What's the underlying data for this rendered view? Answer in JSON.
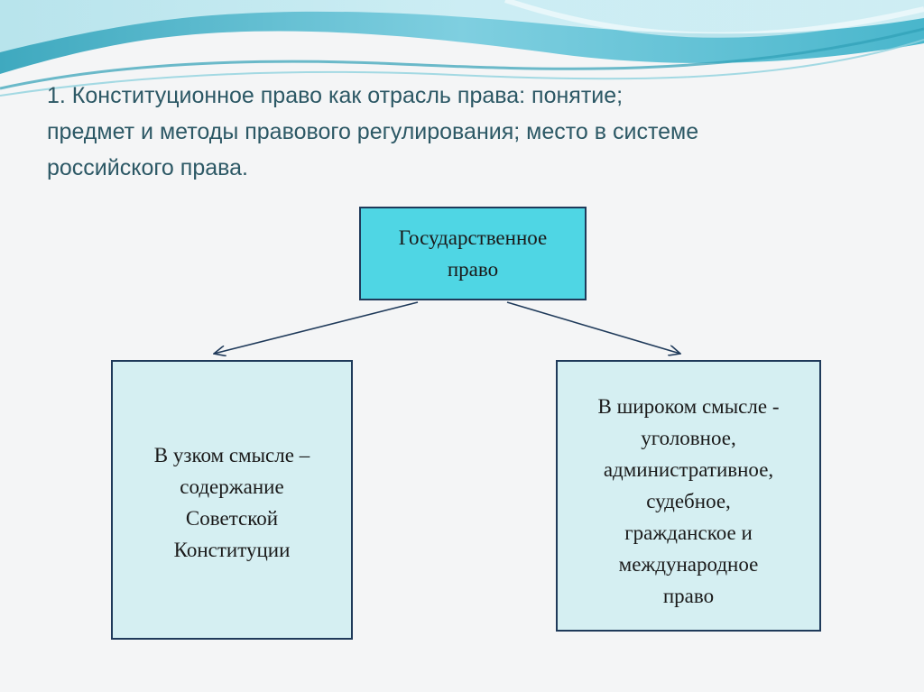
{
  "slide": {
    "title_lines": [
      "1. Конституционное право как отрасль права: понятие;",
      "предмет и методы правового регулирования; место в системе",
      "российского права."
    ]
  },
  "diagram": {
    "root": {
      "lines": [
        "Государственное",
        "право"
      ]
    },
    "children": [
      {
        "lines": [
          "В узком смысле –",
          "содержание",
          "Советской",
          "Конституции"
        ]
      },
      {
        "lines": [
          "В широком смысле -",
          "уголовное,",
          "административное,",
          "судебное,",
          "гражданское и",
          "международное",
          "право"
        ]
      }
    ]
  },
  "colors": {
    "root_fill": "#4fd6e4",
    "child_fill": "#d5eff2",
    "border": "#1f3a5a",
    "title_text": "#2c5865",
    "wave_teal": "#4cb5c9",
    "wave_light": "#a9dbe6"
  }
}
